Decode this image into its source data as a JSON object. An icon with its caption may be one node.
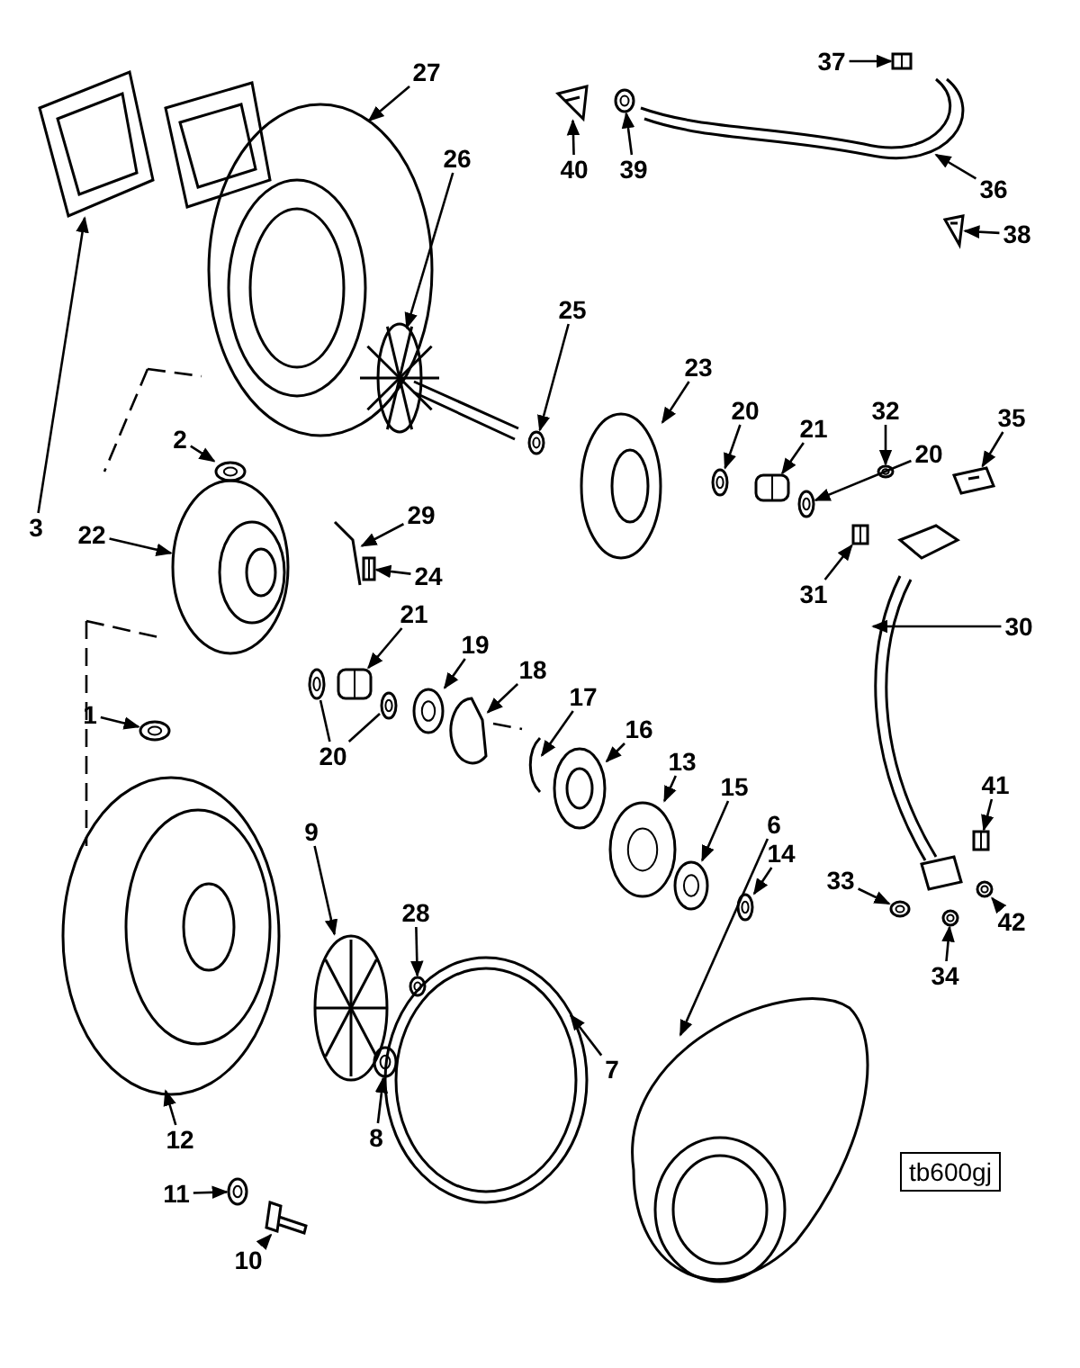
{
  "diagram": {
    "nodes": [
      {
        "text": [
          "37"
        ]
      },
      {
        "text": [
          "27"
        ]
      },
      {
        "text": [
          "40"
        ]
      },
      {
        "text": [
          "39"
        ]
      },
      {
        "text": [
          "26"
        ]
      },
      {
        "text": [
          "36"
        ]
      },
      {
        "text": [
          "38"
        ]
      },
      {
        "text": [
          "25"
        ]
      },
      {
        "text": [
          "23"
        ]
      },
      {
        "text": [
          "20"
        ]
      },
      {
        "text": [
          "32"
        ]
      },
      {
        "text": [
          "35"
        ]
      },
      {
        "text": [
          "2"
        ]
      },
      {
        "text": [
          "21"
        ]
      },
      {
        "text": [
          "20"
        ]
      },
      {
        "text": [
          "3"
        ]
      },
      {
        "text": [
          "29"
        ]
      },
      {
        "text": [
          "22"
        ]
      },
      {
        "text": [
          "24"
        ]
      },
      {
        "text": [
          "31"
        ]
      },
      {
        "text": [
          "21"
        ]
      },
      {
        "text": [
          "30"
        ]
      },
      {
        "text": [
          "19"
        ]
      },
      {
        "text": [
          "18"
        ]
      },
      {
        "text": [
          "17"
        ]
      },
      {
        "text": [
          "1"
        ]
      },
      {
        "text": [
          "16"
        ]
      },
      {
        "text": [
          "20"
        ]
      },
      {
        "text": [
          "13"
        ]
      },
      {
        "text": [
          "15"
        ]
      },
      {
        "text": [
          "41"
        ]
      },
      {
        "text": [
          "9"
        ]
      },
      {
        "text": [
          "6"
        ]
      },
      {
        "text": [
          "14"
        ]
      },
      {
        "text": [
          "33"
        ]
      },
      {
        "text": [
          "42"
        ]
      },
      {
        "text": [
          "28"
        ]
      },
      {
        "text": [
          "34"
        ]
      },
      {
        "text": [
          "7"
        ]
      },
      {
        "text": [
          "12"
        ]
      },
      {
        "text": [
          "8"
        ]
      },
      {
        "text": [
          "11"
        ]
      },
      {
        "text": [
          "10"
        ]
      },
      {
        "text": [],
        "shape": "box"
      },
      {
        "text": [],
        "shape": "picture"
      },
      {
        "text": [],
        "shape": "picture"
      },
      {
        "text": [],
        "shape": "circle"
      },
      {
        "text": [],
        "shape": "picture"
      },
      {
        "text": [],
        "shape": "picture"
      },
      {
        "text": [],
        "shape": "picture"
      },
      {
        "text": [],
        "shape": "circle"
      },
      {
        "text": [],
        "shape": "picture"
      },
      {
        "text": [],
        "shape": "circle"
      },
      {
        "text": [],
        "shape": "circle"
      },
      {
        "text": [],
        "shape": "picture"
      },
      {
        "text": [],
        "shape": "circle"
      },
      {
        "text": [],
        "shape": "box"
      },
      {
        "text": [],
        "shape": "circle"
      },
      {
        "text": [],
        "shape": "picture"
      },
      {
        "text": [],
        "shape": "picture"
      },
      {
        "text": [],
        "shape": "picture"
      },
      {
        "text": [],
        "shape": "box"
      },
      {
        "text": [],
        "shape": "box"
      },
      {
        "text": [],
        "shape": "box"
      },
      {
        "text": [],
        "shape": "picture"
      },
      {
        "text": [],
        "shape": "circle"
      },
      {
        "text": [],
        "shape": "picture"
      },
      {
        "text": [],
        "shape": "picture"
      },
      {
        "text": [],
        "shape": "circle"
      },
      {
        "text": [],
        "shape": "picture"
      },
      {
        "text": [],
        "shape": "circle"
      },
      {
        "text": [],
        "shape": "circle"
      },
      {
        "text": [],
        "shape": "circle"
      },
      {
        "text": [],
        "shape": "circle"
      },
      {
        "text": [],
        "shape": "box"
      },
      {
        "text": [],
        "shape": "picture"
      },
      {
        "text": [],
        "shape": "picture"
      },
      {
        "text": [],
        "shape": "circle"
      },
      {
        "text": [],
        "shape": "circle"
      },
      {
        "text": [],
        "shape": "circle"
      },
      {
        "text": [],
        "shape": "circle"
      },
      {
        "text": [],
        "shape": "circle"
      },
      {
        "text": [],
        "shape": "picture"
      },
      {
        "text": [],
        "shape": "picture"
      },
      {
        "text": [],
        "shape": "circle"
      },
      {
        "text": [],
        "shape": "circle"
      },
      {
        "text": [],
        "shape": "picture"
      }
    ],
    "edges": [
      {
        "from": 0,
        "to": 43,
        "arrow": "to"
      },
      {
        "from": 1,
        "to": 44,
        "arrow": "to"
      },
      {
        "from": 2,
        "to": 45,
        "arrow": "to"
      },
      {
        "from": 3,
        "to": 46,
        "arrow": "to"
      },
      {
        "from": 4,
        "to": 47,
        "arrow": "to"
      },
      {
        "from": 5,
        "to": 48,
        "arrow": "to"
      },
      {
        "from": 6,
        "to": 49,
        "arrow": "to"
      },
      {
        "from": 7,
        "to": 50,
        "arrow": "to"
      },
      {
        "from": 8,
        "to": 51,
        "arrow": "to"
      },
      {
        "from": 9,
        "to": 52,
        "arrow": "to"
      },
      {
        "from": 10,
        "to": 53,
        "arrow": "to"
      },
      {
        "from": 11,
        "to": 54,
        "arrow": "to"
      },
      {
        "from": 12,
        "to": 55,
        "arrow": "to"
      },
      {
        "from": 13,
        "to": 56,
        "arrow": "to"
      },
      {
        "from": 14,
        "to": 57,
        "arrow": "to"
      },
      {
        "from": 15,
        "to": 58,
        "arrow": "to"
      },
      {
        "from": 16,
        "to": 59,
        "arrow": "to"
      },
      {
        "from": 17,
        "to": 60,
        "arrow": "to"
      },
      {
        "from": 18,
        "to": 61,
        "arrow": "to"
      },
      {
        "from": 19,
        "to": 62,
        "arrow": "to"
      },
      {
        "from": 20,
        "to": 63,
        "arrow": "to"
      },
      {
        "from": 21,
        "to": 64,
        "arrow": "to"
      },
      {
        "from": 22,
        "to": 65,
        "arrow": "to"
      },
      {
        "from": 23,
        "to": 66,
        "arrow": "to"
      },
      {
        "from": 24,
        "to": 67,
        "arrow": "to"
      },
      {
        "from": 25,
        "to": 68,
        "arrow": "to"
      },
      {
        "from": 26,
        "to": 69,
        "arrow": "to"
      },
      {
        "from": 27,
        "to": 70,
        "arrow": "none"
      },
      {
        "from": 27,
        "to": 71,
        "arrow": "none"
      },
      {
        "from": 28,
        "to": 72,
        "arrow": "to"
      },
      {
        "from": 29,
        "to": 73,
        "arrow": "to"
      },
      {
        "from": 30,
        "to": 74,
        "arrow": "to"
      },
      {
        "from": 31,
        "to": 75,
        "arrow": "to"
      },
      {
        "from": 32,
        "to": 76,
        "arrow": "to"
      },
      {
        "from": 33,
        "to": 77,
        "arrow": "to"
      },
      {
        "from": 34,
        "to": 78,
        "arrow": "to"
      },
      {
        "from": 35,
        "to": 79,
        "arrow": "to"
      },
      {
        "from": 36,
        "to": 80,
        "arrow": "to"
      },
      {
        "from": 37,
        "to": 81,
        "arrow": "to"
      },
      {
        "from": 38,
        "to": 82,
        "arrow": "to"
      },
      {
        "from": 39,
        "to": 83,
        "arrow": "to"
      },
      {
        "from": 40,
        "to": 84,
        "arrow": "to"
      },
      {
        "from": 41,
        "to": 85,
        "arrow": "to"
      },
      {
        "from": 42,
        "to": 86,
        "arrow": "to"
      }
    ],
    "labels": [
      "tb600gj"
    ]
  }
}
